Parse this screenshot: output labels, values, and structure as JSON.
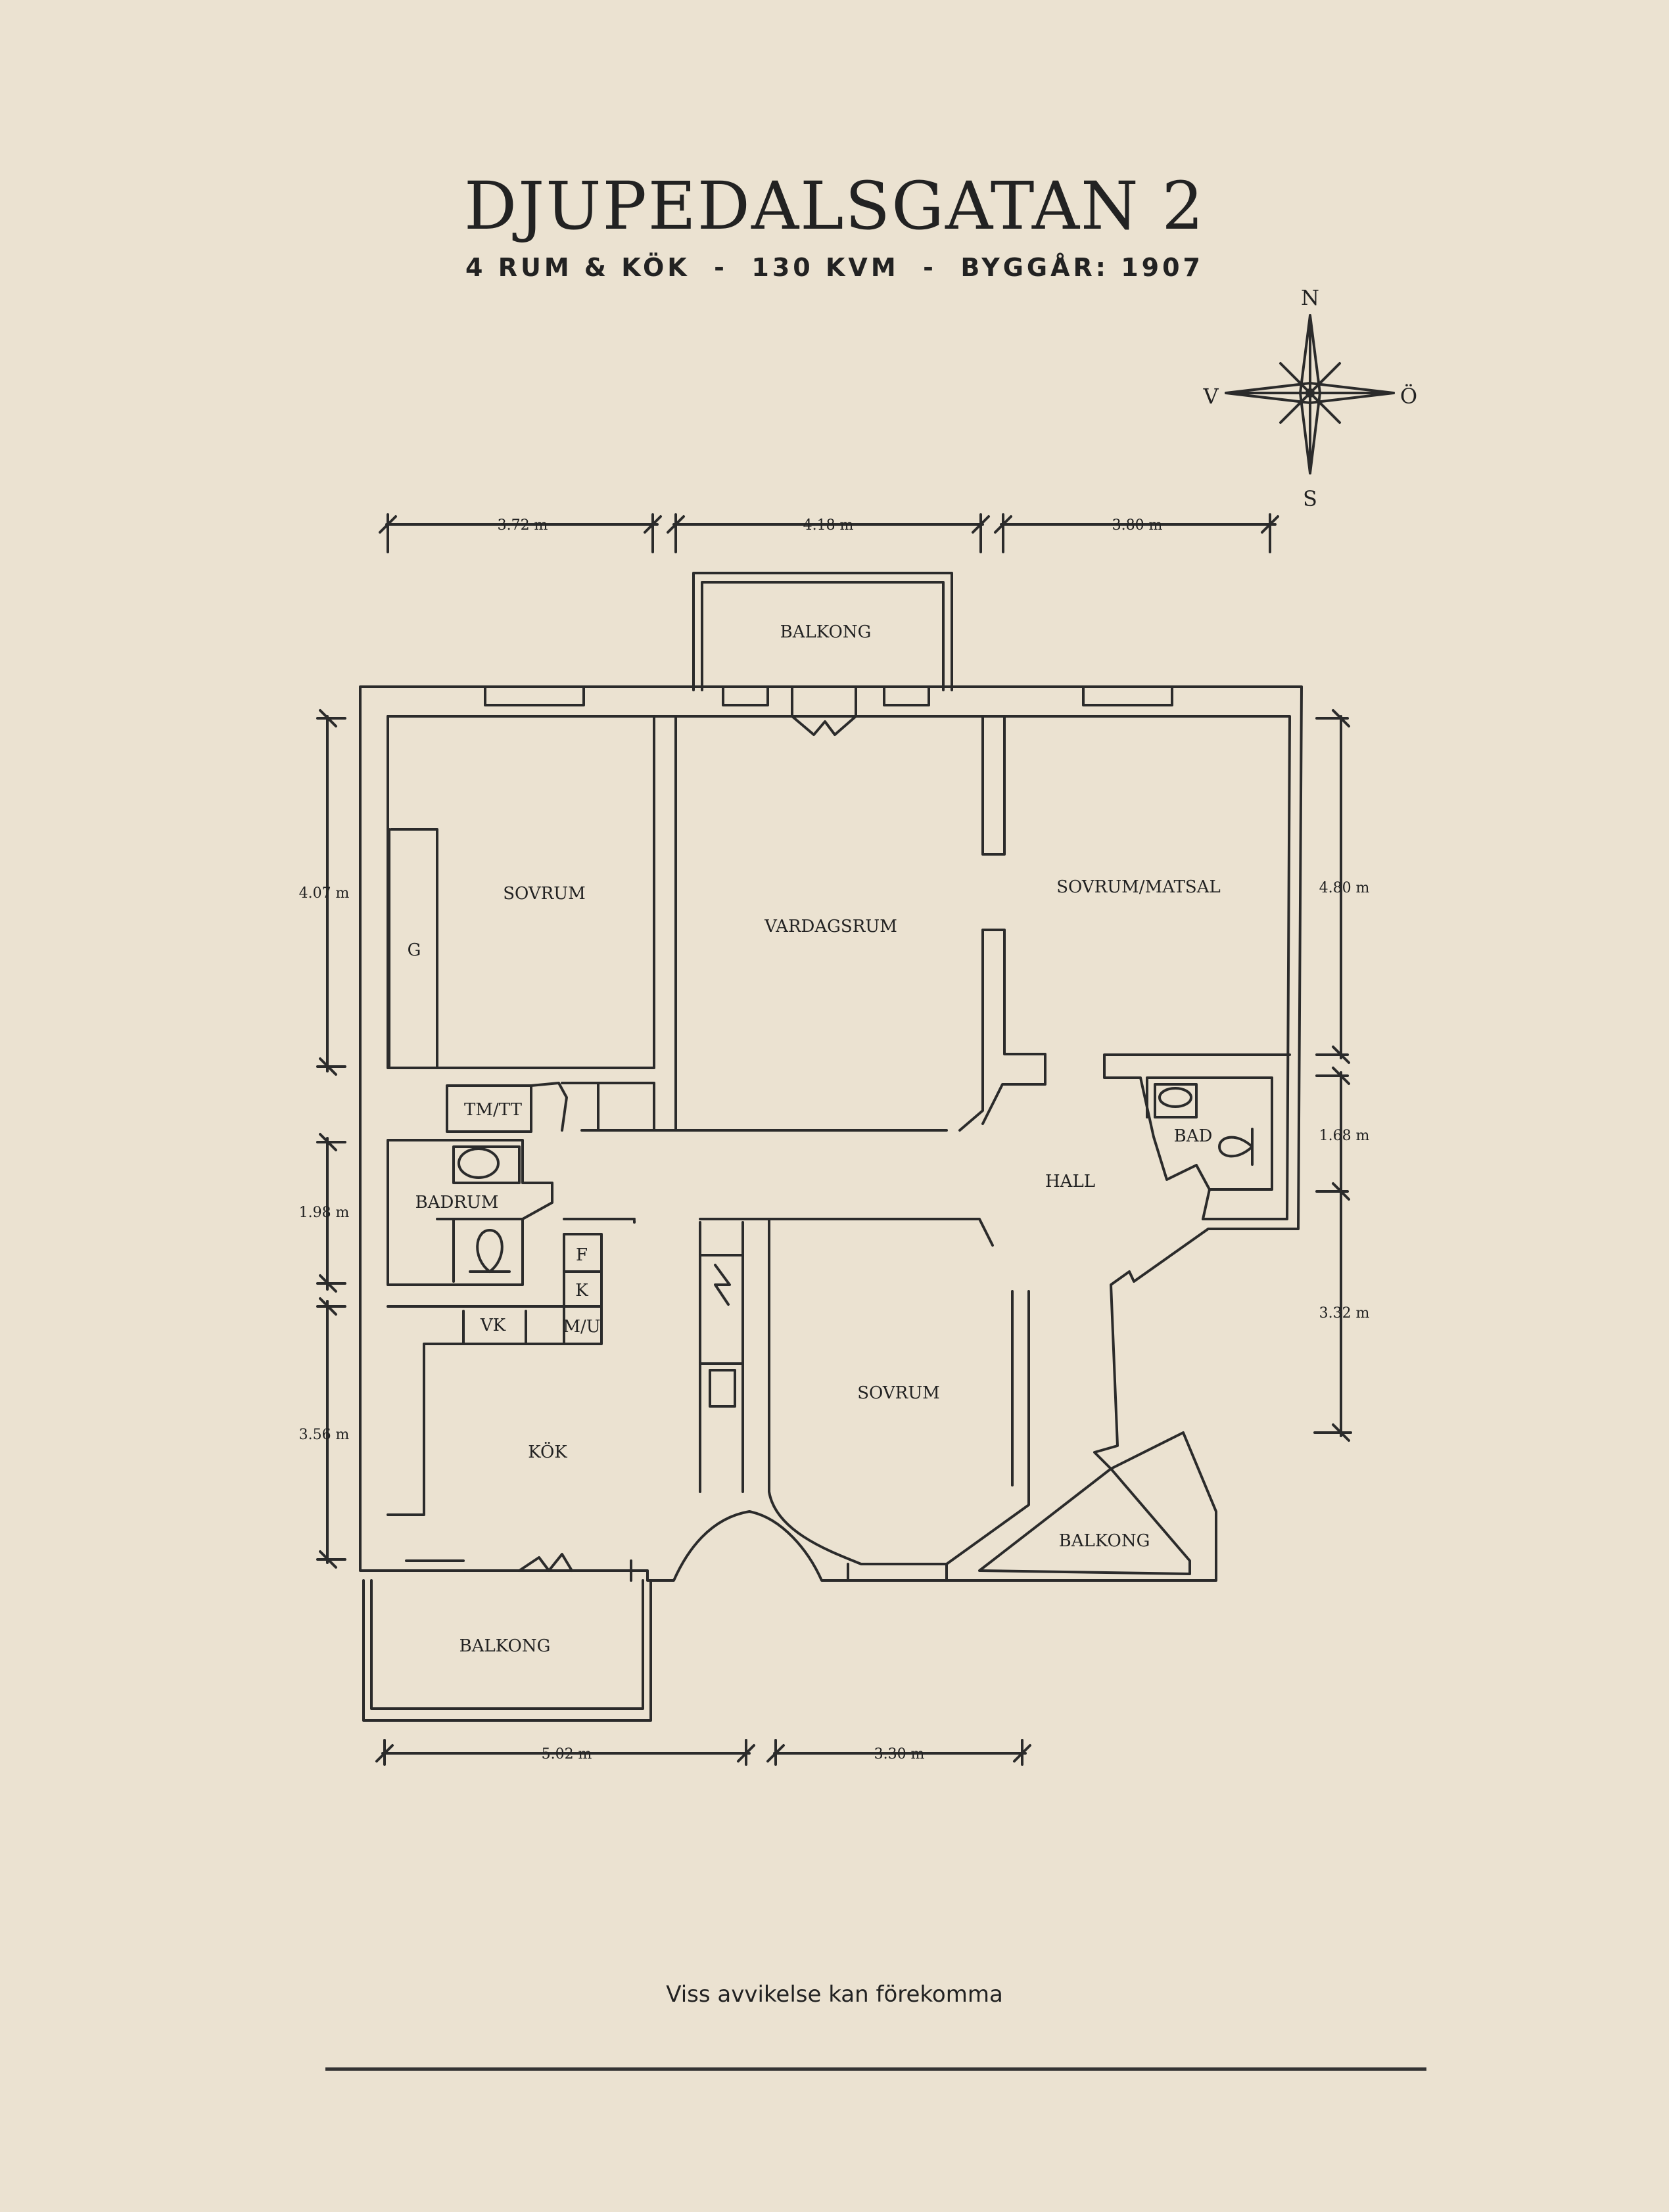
{
  "header": {
    "title": "DJUPEDALSGATAN 2",
    "subtitle": "4 RUM & KÖK  -  130 KVM  -  BYGGÅR: 1907"
  },
  "compass": {
    "n": "N",
    "e": "Ö",
    "s": "S",
    "w": "V"
  },
  "dimensions": {
    "top": [
      "3.72 m",
      "4.18 m",
      "3.80 m"
    ],
    "bottom": [
      "5.02 m",
      "3.30 m"
    ],
    "left": [
      "4.07 m",
      "1.98 m",
      "3.56 m"
    ],
    "right": [
      "4.80 m",
      "1.68 m",
      "3.32 m"
    ]
  },
  "rooms": {
    "balkong_top": "BALKONG",
    "sovrum_nw": "SOVRUM",
    "g": "G",
    "vardagsrum": "VARDAGSRUM",
    "sovrum_matsal": "SOVRUM/MATSAL",
    "tm_tt": "TM/TT",
    "badrum": "BADRUM",
    "bad": "BAD",
    "hall": "HALL",
    "f": "F",
    "k": "K",
    "vk": "VK",
    "mu": "M/U",
    "kok": "KÖK",
    "sovrum_s": "SOVRUM",
    "balkong_se": "BALKONG",
    "balkong_sw": "BALKONG"
  },
  "footer": {
    "note": "Viss avvikelse kan förekomma"
  }
}
